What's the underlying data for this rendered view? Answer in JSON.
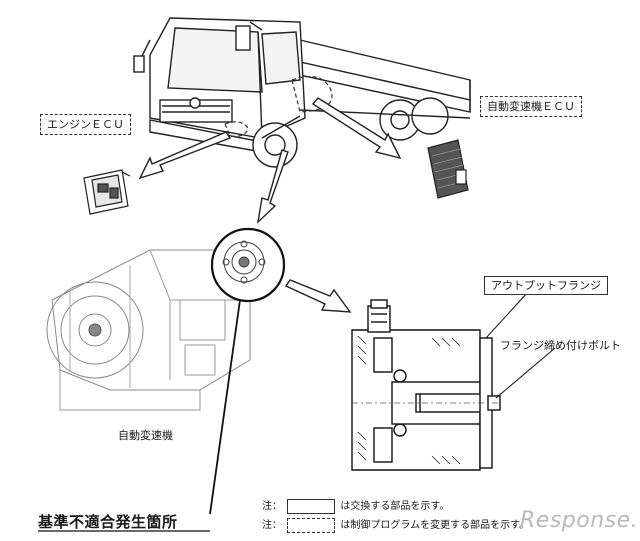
{
  "labels": {
    "engine_ecu": "エンジンＥＣＵ",
    "transmission_ecu": "自動変速機ＥＣＵ",
    "transmission": "自動変速機",
    "output_flange": "アウトプットフランジ",
    "flange_bolt": "フランジ締め付けボルト",
    "defect_location": "基準不適合発生箇所"
  },
  "notes": {
    "prefix": "注：",
    "replaced": "は交換する部品を示す。",
    "reprogram": "は制御プログラムを変更する部品を示す。"
  },
  "watermark": "Response."
}
